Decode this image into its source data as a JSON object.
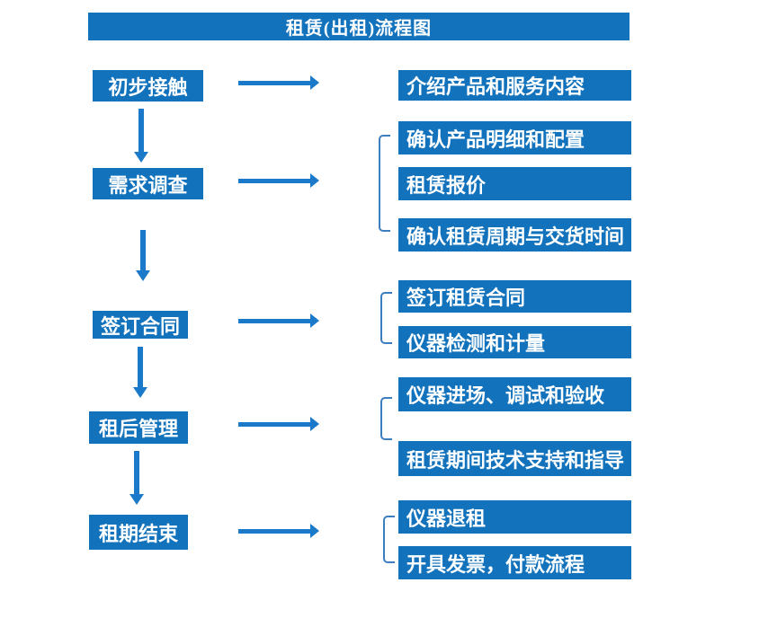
{
  "title": "租赁(出租)流程图",
  "colors": {
    "box": "#1272bc",
    "arrow": "#1b79ca",
    "bracket": "#3c7fc0",
    "text": "#ffffff",
    "background": "#ffffff"
  },
  "stages": [
    {
      "label": "初步接触",
      "outputs": [
        "介绍产品和服务内容"
      ]
    },
    {
      "label": "需求调查",
      "outputs": [
        "确认产品明细和配置",
        "租赁报价",
        "确认租赁周期与交货时间"
      ]
    },
    {
      "label": "签订合同",
      "outputs": [
        "签订租赁合同",
        "仪器检测和计量"
      ]
    },
    {
      "label": "租后管理",
      "outputs": [
        "仪器进场、调试和验收",
        "租赁期间技术支持和指导"
      ]
    },
    {
      "label": "租期结束",
      "outputs": [
        "仪器退租",
        "开具发票，付款流程"
      ]
    }
  ]
}
